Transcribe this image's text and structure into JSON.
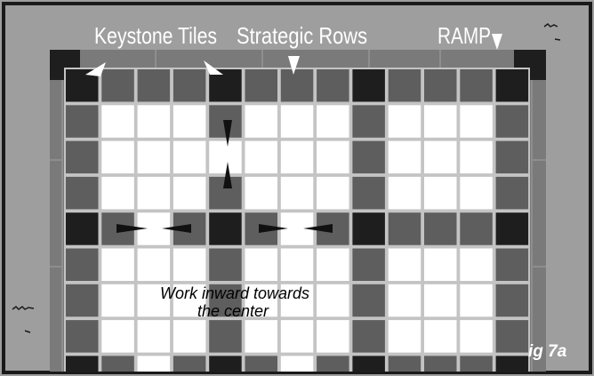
{
  "labels": {
    "keystone_tiles": "Keystone Tiles",
    "strategic_rows": "Strategic Rows",
    "ramp": "RAMP",
    "instruction_line1": "Work inward towards",
    "instruction_line2": "the center",
    "figure_caption": "ig 7a"
  },
  "colors": {
    "frame_gray": "#9e9e9e",
    "border_dark": "#1a1a1a",
    "outer_course": "#7a7a7a",
    "row_gray": "#5e5e5e",
    "grout_gray": "#c4c4c4",
    "field_white": "#ffffff",
    "keystone_black": "#1e1e1e"
  }
}
